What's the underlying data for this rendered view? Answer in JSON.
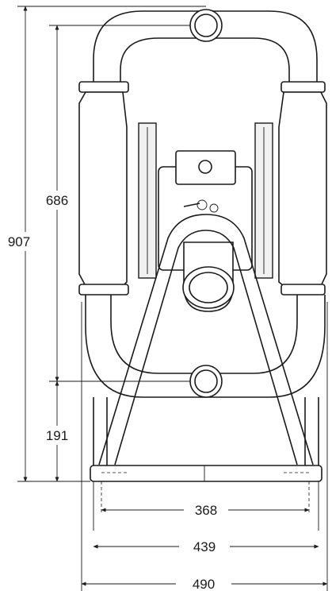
{
  "dimensions": {
    "overall_height": "907",
    "port_to_port": "686",
    "outlet_to_base": "191",
    "mount_inner": "368",
    "mount_outer": "439",
    "overall_width": "490"
  }
}
